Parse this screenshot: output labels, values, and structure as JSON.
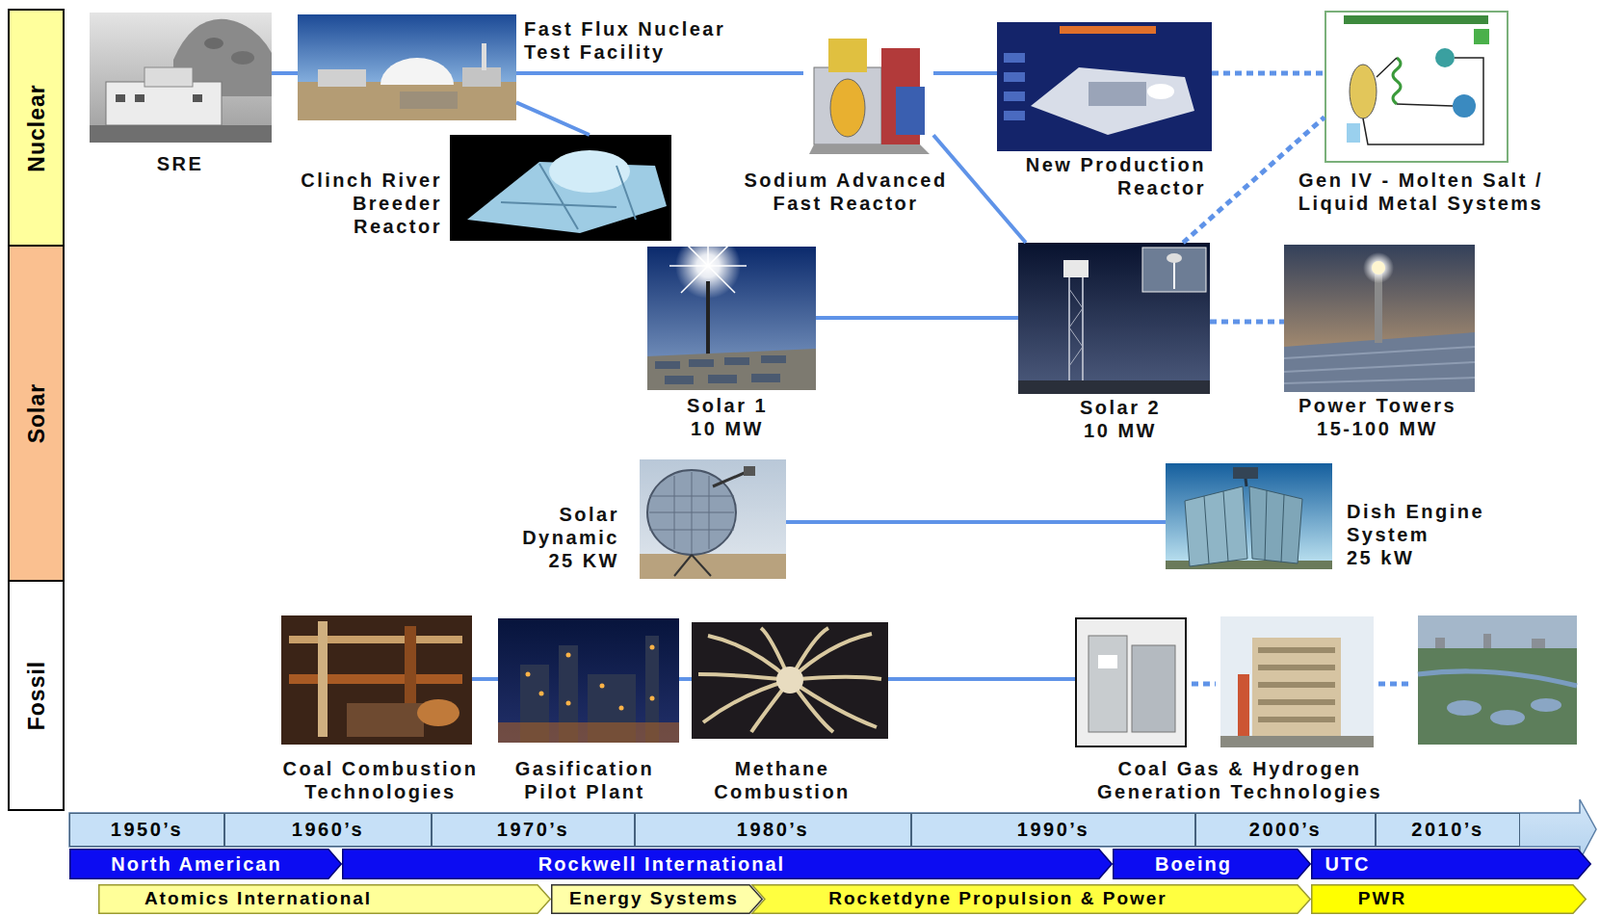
{
  "diagram": {
    "nodes": [
      {
        "text": [
          "Nuclear"
        ]
      },
      {
        "text": [
          "SRE"
        ]
      },
      {
        "text": [
          "Fast Flux Nuclear Test Facility"
        ]
      },
      {
        "text": [
          "Clinch River Breeder Reactor"
        ]
      },
      {
        "text": [
          "Sodium Advanced Fast Reactor"
        ]
      },
      {
        "text": [
          "New Production Reactor"
        ]
      },
      {
        "text": [
          "Gen IV - Molten Salt / Liquid Metal Systems"
        ]
      },
      {
        "text": [
          "Solar"
        ]
      },
      {
        "text": [
          "Solar 1",
          "10 MW"
        ]
      },
      {
        "text": [
          "Solar 2",
          "10 MW"
        ]
      },
      {
        "text": [
          "Power Towers",
          "15-100 MW"
        ]
      },
      {
        "text": [
          "Solar Dynamic",
          "25 KW"
        ]
      },
      {
        "text": [
          "Dish Engine System",
          "25 kW"
        ]
      },
      {
        "text": [
          "Fossil"
        ]
      },
      {
        "text": [
          "Coal Combustion Technologies"
        ]
      },
      {
        "text": [
          "Gasification Pilot Plant"
        ]
      },
      {
        "text": [
          "Methane Combustion"
        ]
      },
      {
        "text": [
          "Coal Gas & Hydrogen Generation Technologies"
        ]
      },
      {
        "text": [
          "1950’s"
        ]
      },
      {
        "text": [
          "1960’s"
        ]
      },
      {
        "text": [
          "1970’s"
        ]
      },
      {
        "text": [
          "1980’s"
        ]
      },
      {
        "text": [
          "1990’s"
        ]
      },
      {
        "text": [
          "2000’s"
        ]
      },
      {
        "text": [
          "2010’s"
        ]
      },
      {
        "text": [
          "North American"
        ]
      },
      {
        "text": [
          "Rockwell International"
        ]
      },
      {
        "text": [
          "Boeing"
        ]
      },
      {
        "text": [
          "UTC"
        ]
      },
      {
        "text": [
          "Atomics International"
        ]
      },
      {
        "text": [
          "Energy Systems"
        ]
      },
      {
        "text": [
          "Rocketdyne Propulsion & Power"
        ]
      },
      {
        "text": [
          "PWR"
        ]
      }
    ],
    "edges": [
      {
        "from": 1,
        "to": 2,
        "arrow": "none"
      },
      {
        "from": 2,
        "to": 4,
        "arrow": "none"
      },
      {
        "from": 2,
        "to": 3,
        "arrow": "none"
      },
      {
        "from": 4,
        "to": 5,
        "arrow": "none"
      },
      {
        "from": 5,
        "to": 6,
        "arrow": "none"
      },
      {
        "from": 4,
        "to": 9,
        "arrow": "none"
      },
      {
        "from": 9,
        "to": 6,
        "arrow": "none"
      },
      {
        "from": 8,
        "to": 9,
        "arrow": "none"
      },
      {
        "from": 9,
        "to": 10,
        "arrow": "none"
      },
      {
        "from": 11,
        "to": 12,
        "arrow": "none"
      },
      {
        "from": 14,
        "to": 15,
        "arrow": "none"
      },
      {
        "from": 15,
        "to": 16,
        "arrow": "none"
      },
      {
        "from": 16,
        "to": 17,
        "arrow": "none"
      }
    ]
  }
}
